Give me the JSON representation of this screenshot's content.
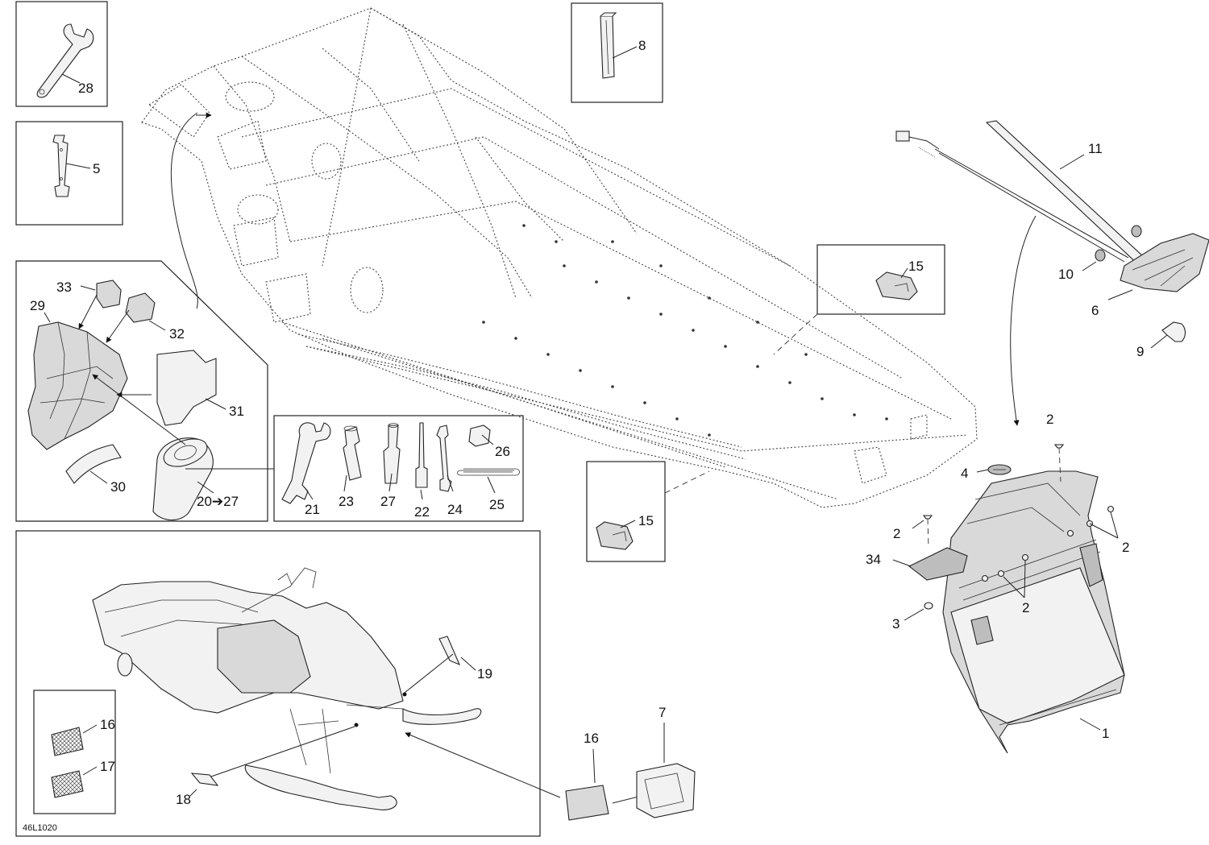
{
  "diagram_code": "46L1020",
  "callouts": [
    {
      "id": "c28",
      "label": "28"
    },
    {
      "id": "c5",
      "label": "5"
    },
    {
      "id": "c8",
      "label": "8"
    },
    {
      "id": "c11",
      "label": "11"
    },
    {
      "id": "c10",
      "label": "10"
    },
    {
      "id": "c6",
      "label": "6"
    },
    {
      "id": "c9",
      "label": "9"
    },
    {
      "id": "c15a",
      "label": "15"
    },
    {
      "id": "c15b",
      "label": "15"
    },
    {
      "id": "c33",
      "label": "33"
    },
    {
      "id": "c29",
      "label": "29"
    },
    {
      "id": "c32",
      "label": "32"
    },
    {
      "id": "c31",
      "label": "31"
    },
    {
      "id": "c30",
      "label": "30"
    },
    {
      "id": "c20",
      "label": "20➔27"
    },
    {
      "id": "c21",
      "label": "21"
    },
    {
      "id": "c23",
      "label": "23"
    },
    {
      "id": "c27",
      "label": "27"
    },
    {
      "id": "c22",
      "label": "22"
    },
    {
      "id": "c24",
      "label": "24"
    },
    {
      "id": "c26",
      "label": "26"
    },
    {
      "id": "c25",
      "label": "25"
    },
    {
      "id": "c2a",
      "label": "2"
    },
    {
      "id": "c4",
      "label": "4"
    },
    {
      "id": "c2b",
      "label": "2"
    },
    {
      "id": "c2c",
      "label": "2"
    },
    {
      "id": "c34",
      "label": "34"
    },
    {
      "id": "c2d",
      "label": "2"
    },
    {
      "id": "c3",
      "label": "3"
    },
    {
      "id": "c1",
      "label": "1"
    },
    {
      "id": "c19",
      "label": "19"
    },
    {
      "id": "c16a",
      "label": "16"
    },
    {
      "id": "c17",
      "label": "17"
    },
    {
      "id": "c18",
      "label": "18"
    },
    {
      "id": "c16b",
      "label": "16"
    },
    {
      "id": "c7",
      "label": "7"
    }
  ]
}
